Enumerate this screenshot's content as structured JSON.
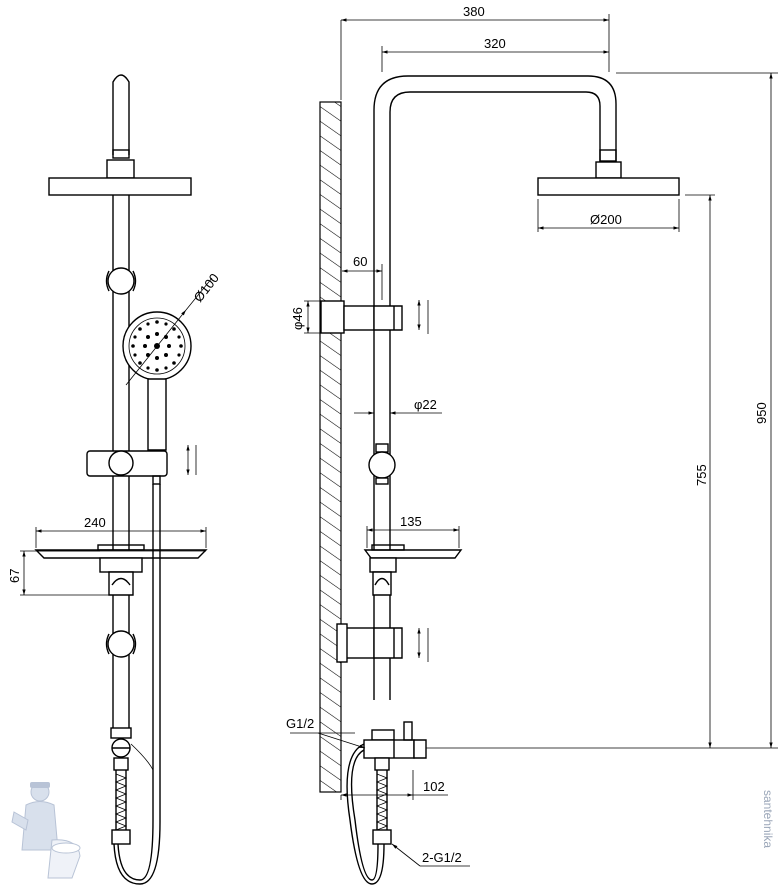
{
  "dimensions": {
    "front": {
      "head_diameter": "Ø100",
      "tray_width": "240",
      "tray_offset": "67"
    },
    "side": {
      "total_width": "380",
      "arm_width": "320",
      "wall_offset": "60",
      "bracket_diameter": "φ46",
      "pipe_diameter": "φ22",
      "overhead_diameter": "Ø200",
      "tray_width": "135",
      "total_height": "950",
      "head_height": "755",
      "inlet_thread": "G1/2",
      "inlet_offset": "102",
      "hose_threads": "2-G1/2"
    }
  },
  "watermark": "santehnika",
  "colors": {
    "line": "#000000",
    "background": "#ffffff",
    "watermark": "#9aa6b8"
  }
}
